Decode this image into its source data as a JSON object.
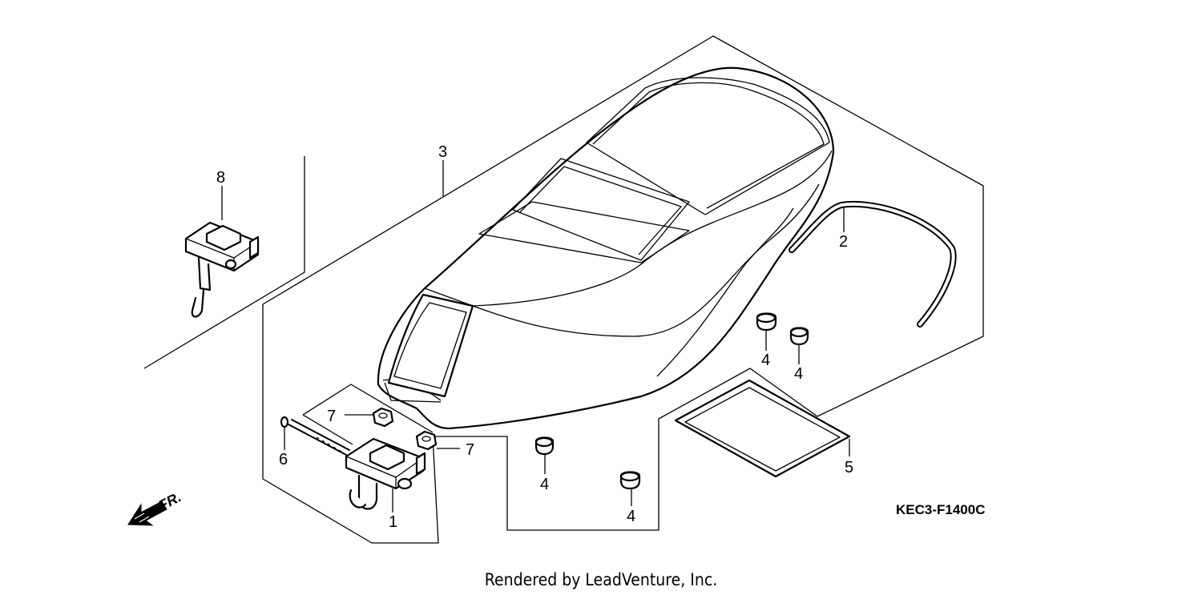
{
  "callouts": {
    "c1": "1",
    "c2": "2",
    "c3": "3",
    "c4a": "4",
    "c4b": "4",
    "c4c": "4",
    "c4d": "4",
    "c5": "5",
    "c6": "6",
    "c7a": "7",
    "c7b": "7",
    "c8": "8"
  },
  "diagram_code": "KEC3-F1400C",
  "direction_label": "FR.",
  "footer": "Rendered by LeadVenture, Inc."
}
